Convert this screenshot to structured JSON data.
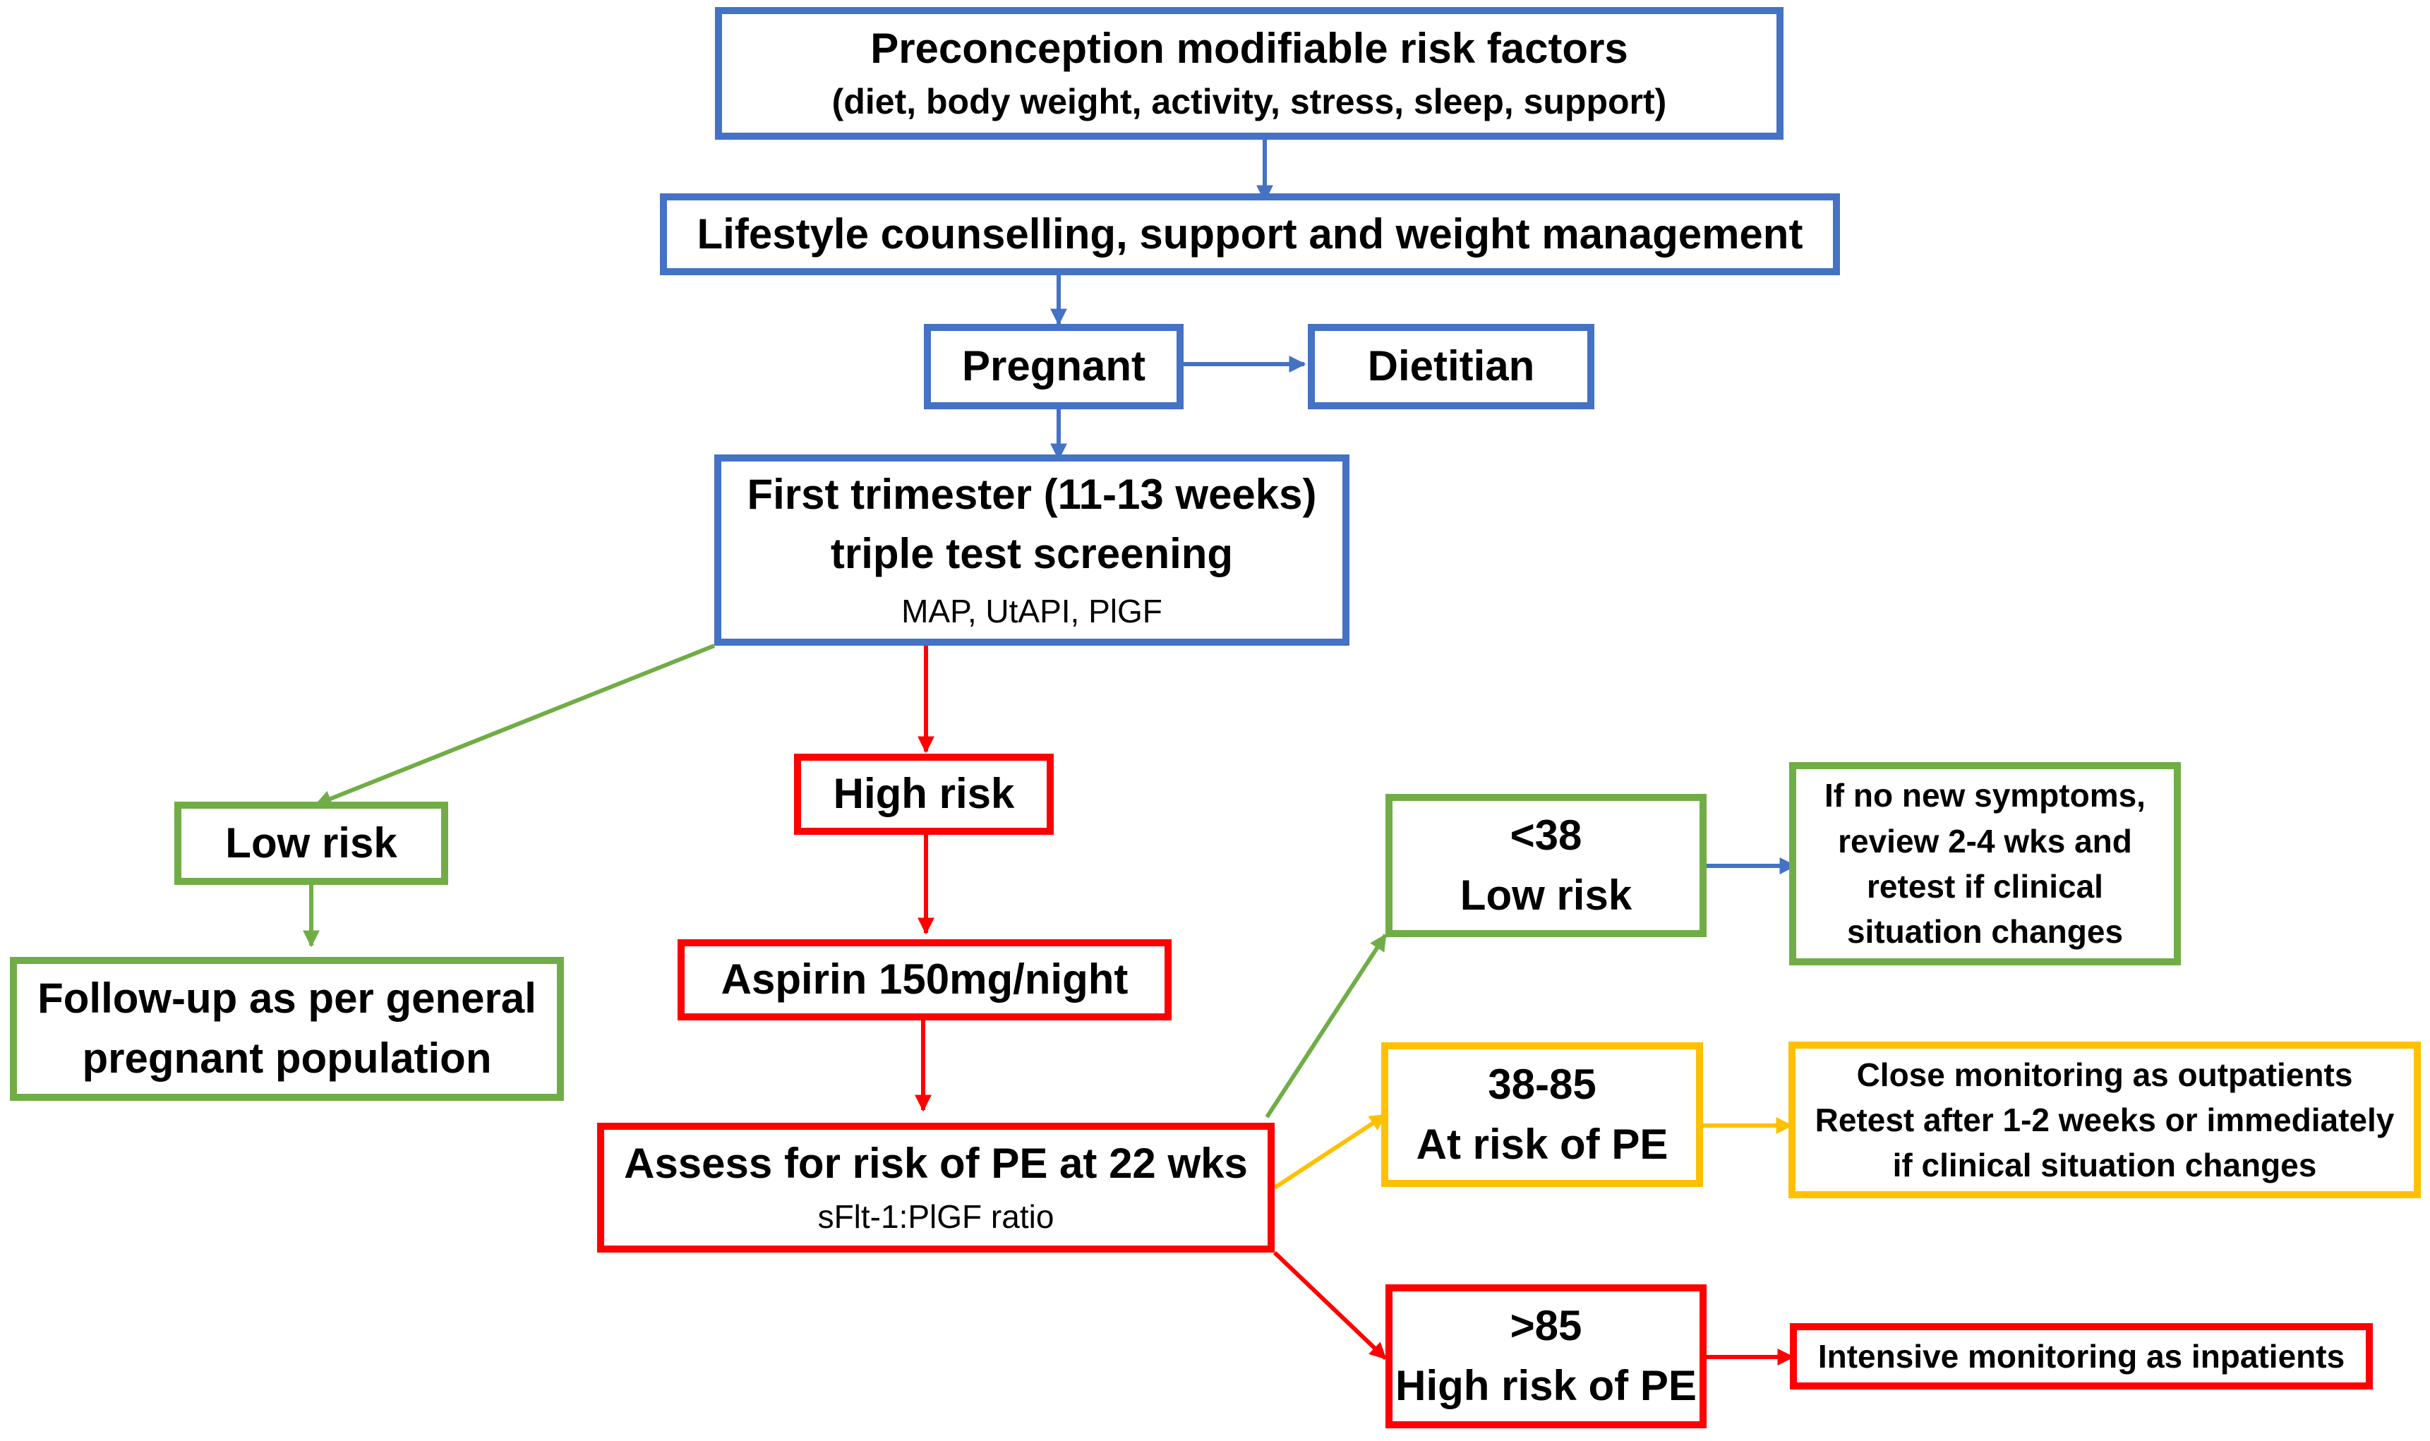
{
  "colors": {
    "blue": "#4472C4",
    "green": "#70AD47",
    "red": "#FF0000",
    "yellow": "#FFC000"
  },
  "boxes": {
    "preconception": {
      "title": "Preconception modifiable risk factors",
      "subtitle": "(diet, body weight, activity, stress, sleep, support)"
    },
    "lifestyle": {
      "title": "Lifestyle counselling, support and weight management"
    },
    "pregnant": {
      "title": "Pregnant"
    },
    "dietitian": {
      "title": "Dietitian"
    },
    "first_trimester": {
      "title_line1": "First trimester (11-13 weeks)",
      "title_line2": "triple test screening",
      "subtitle": "MAP, UtAPI, PlGF"
    },
    "low_risk": {
      "title": "Low risk"
    },
    "followup": {
      "line1": "Follow-up as per general",
      "line2": "pregnant population"
    },
    "high_risk": {
      "title": "High risk"
    },
    "aspirin": {
      "title": "Aspirin 150mg/night"
    },
    "assess": {
      "title": "Assess for risk of PE at 22 wks",
      "subtitle": "sFlt-1:PlGF ratio"
    },
    "lt38": {
      "line1": "<38",
      "line2": "Low risk"
    },
    "mid": {
      "line1": "38-85",
      "line2": "At risk of PE"
    },
    "gt85": {
      "line1": ">85",
      "line2": "High risk of PE"
    },
    "review": {
      "line1": "If no new symptoms,",
      "line2": "review 2-4 wks and",
      "line3": "retest if clinical",
      "line4": "situation changes"
    },
    "close": {
      "line1": "Close monitoring as outpatients",
      "line2": "Retest after 1-2 weeks or immediately",
      "line3": "if clinical situation changes"
    },
    "intensive": {
      "title": "Intensive monitoring as inpatients"
    }
  }
}
